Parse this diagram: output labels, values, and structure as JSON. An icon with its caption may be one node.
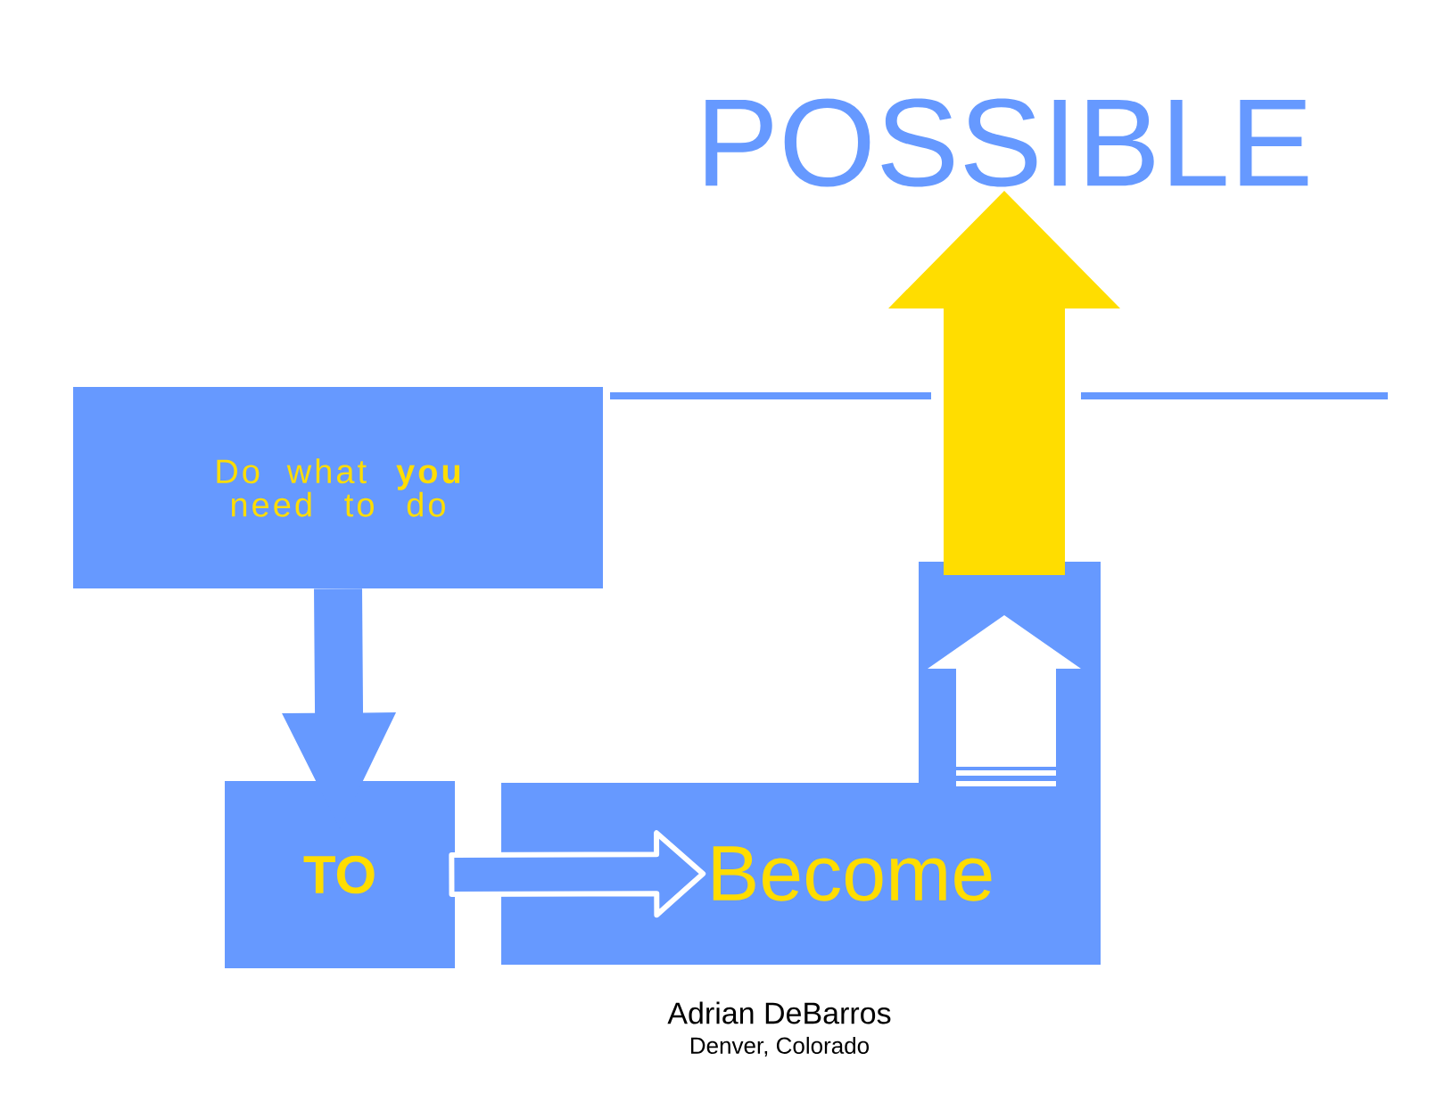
{
  "diagram": {
    "nodes": [
      {
        "text": [
          "Do what **you** need to do"
        ]
      },
      {
        "text": [
          "TO"
        ]
      },
      {
        "text": [
          "Become"
        ]
      },
      {
        "text": [
          "POSSIBLE"
        ]
      }
    ],
    "edges": [
      {
        "from": 0,
        "to": 1,
        "arrow": "to",
        "style": "thick"
      },
      {
        "from": 1,
        "to": 2,
        "arrow": "to",
        "style": "thick"
      },
      {
        "from": 2,
        "to": 3,
        "arrow": "to",
        "style": "thick",
        "color": "#ffdd00"
      }
    ],
    "labels": [
      "Adrian DeBarros",
      "Denver, Colorado"
    ]
  }
}
